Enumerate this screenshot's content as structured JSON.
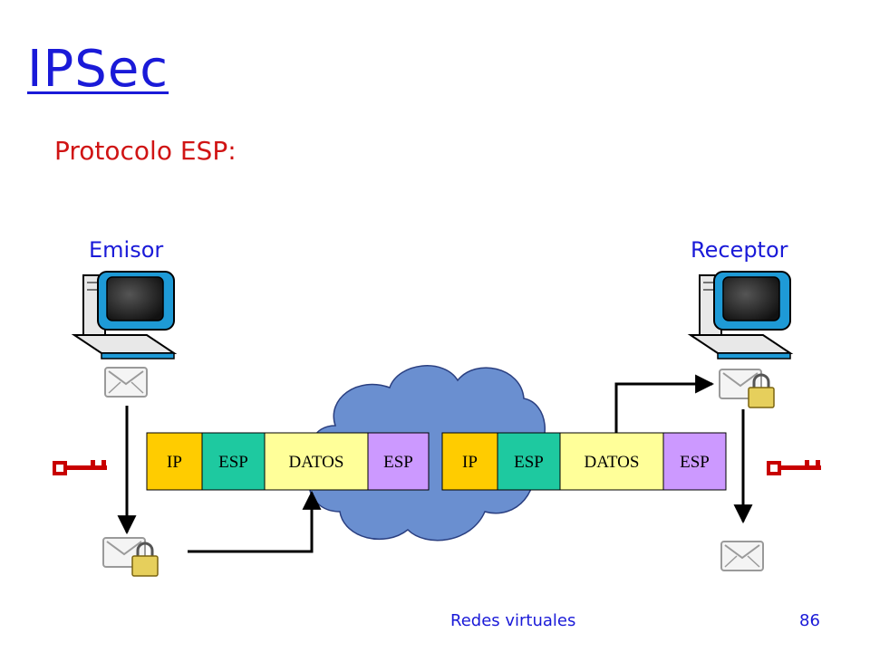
{
  "slide": {
    "title": "IPSec",
    "subtitle": "Protocolo ESP:",
    "footer_left": "Redes virtuales",
    "page_number": "86"
  },
  "hosts": {
    "sender": "Emisor",
    "receiver": "Receptor"
  },
  "packets": [
    {
      "fields": [
        {
          "label": "IP",
          "color": "#ffcc00"
        },
        {
          "label": "ESP",
          "color": "#1ec9a0"
        },
        {
          "label": "DATOS",
          "color": "#ffff99"
        },
        {
          "label": "ESP",
          "color": "#cc99ff"
        }
      ]
    },
    {
      "fields": [
        {
          "label": "IP",
          "color": "#ffcc00"
        },
        {
          "label": "ESP",
          "color": "#1ec9a0"
        },
        {
          "label": "DATOS",
          "color": "#ffff99"
        },
        {
          "label": "ESP",
          "color": "#cc99ff"
        }
      ]
    }
  ],
  "icons": [
    "computer-icon",
    "envelope-icon",
    "locked-envelope-icon",
    "key-icon",
    "network-cloud"
  ],
  "colors": {
    "title": "#1a1ad8",
    "subtitle": "#d01414",
    "cloud": "#6a8fd0"
  }
}
